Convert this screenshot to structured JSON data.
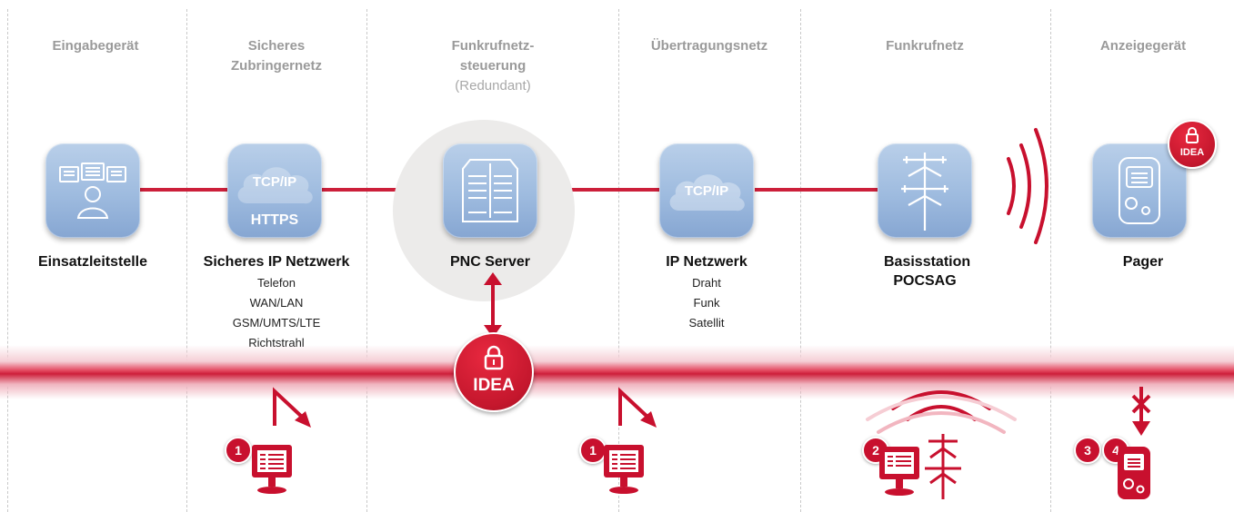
{
  "columns": [
    {
      "title": "Eingabegerät"
    },
    {
      "title": "Sicheres Zubringernetz"
    },
    {
      "title": "Funkrufnetz-steuerung",
      "subtitle": "(Redundant)"
    },
    {
      "title": "Übertragungsnetz"
    },
    {
      "title": "Funkrufnetz"
    },
    {
      "title": "Anzeigegerät"
    }
  ],
  "nodes": [
    {
      "title": "Einsatzleitstelle",
      "icon": "dispatch-operator-icon",
      "details": []
    },
    {
      "title": "Sicheres IP Netzwerk",
      "icon": "cloud-icon",
      "cloud_top": "TCP/IP",
      "cloud_bottom": "HTTPS",
      "details": [
        "Telefon",
        "WAN/LAN",
        "GSM/UMTS/LTE",
        "Richtstrahl"
      ]
    },
    {
      "title": "PNC Server",
      "icon": "server-icon",
      "details": []
    },
    {
      "title": "IP Netzwerk",
      "icon": "cloud-icon",
      "cloud_top": "TCP/IP",
      "details": [
        "Draht",
        "Funk",
        "Satellit"
      ]
    },
    {
      "title": "Basisstation POCSAG",
      "icon": "antenna-icon",
      "details": []
    },
    {
      "title": "Pager",
      "icon": "pager-icon",
      "details": []
    }
  ],
  "idea_badge": {
    "label": "IDEA",
    "color": "#c8102e"
  },
  "threats": [
    {
      "number": "1",
      "icon": "monitor-icon"
    },
    {
      "number": "1",
      "icon": "monitor-icon"
    },
    {
      "number": "2",
      "icon": "monitor-antenna-icon"
    },
    {
      "number": "3",
      "icon": "blocked-icon"
    },
    {
      "number": "4",
      "icon": "pager-icon"
    }
  ],
  "colors": {
    "accent": "#c8102e",
    "node": "#9ebbdf",
    "header": "#9a9a9a"
  }
}
